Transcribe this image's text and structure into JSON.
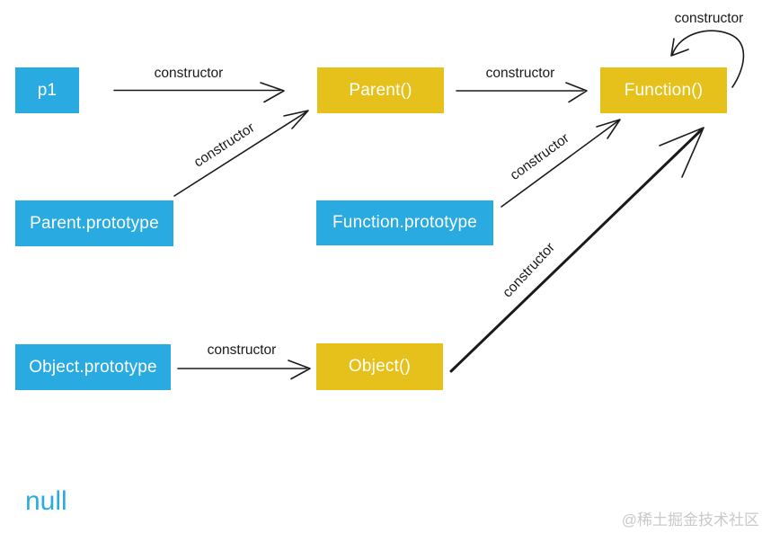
{
  "diagram": {
    "title": "JavaScript prototype chain constructor diagram",
    "nodes": [
      {
        "id": "p1",
        "label": "p1",
        "type": "instance",
        "color": "#29ABE2"
      },
      {
        "id": "parent-fn",
        "label": "Parent()",
        "type": "function",
        "color": "#E6C11C"
      },
      {
        "id": "function-fn",
        "label": "Function()",
        "type": "function",
        "color": "#E6C11C"
      },
      {
        "id": "parent-prototype",
        "label": "Parent.prototype",
        "type": "prototype",
        "color": "#29ABE2"
      },
      {
        "id": "function-prototype",
        "label": "Function.prototype",
        "type": "prototype",
        "color": "#29ABE2"
      },
      {
        "id": "object-prototype",
        "label": "Object.prototype",
        "type": "prototype",
        "color": "#29ABE2"
      },
      {
        "id": "object-fn",
        "label": "Object()",
        "type": "function",
        "color": "#E6C11C"
      }
    ],
    "edges": [
      {
        "from": "p1",
        "to": "Parent()",
        "label": "constructor",
        "style": "thin"
      },
      {
        "from": "Parent()",
        "to": "Function()",
        "label": "constructor",
        "style": "thin"
      },
      {
        "from": "Parent.prototype",
        "to": "Parent()",
        "label": "constructor",
        "style": "thin"
      },
      {
        "from": "Function.prototype",
        "to": "Function()",
        "label": "constructor",
        "style": "thin"
      },
      {
        "from": "Object()",
        "to": "Function()",
        "label": "constructor",
        "style": "thick"
      },
      {
        "from": "Object.prototype",
        "to": "Object()",
        "label": "constructor",
        "style": "thin"
      },
      {
        "from": "Function()",
        "to": "Function()",
        "label": "constructor",
        "style": "self-loop"
      }
    ],
    "null_label": "null",
    "watermark": "@稀土掘金技术社区",
    "colors": {
      "instance_box": "#29ABE2",
      "function_box": "#E6C11C",
      "box_text": "#FFFFFF",
      "arrow": "#1A1A1A",
      "null_text": "#29ABE2",
      "watermark_text": "#C9C9C9",
      "background": "#FFFFFF"
    }
  }
}
